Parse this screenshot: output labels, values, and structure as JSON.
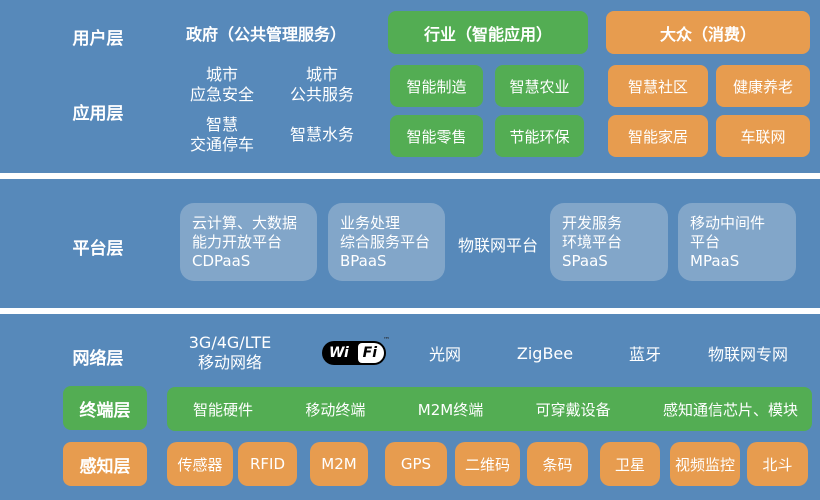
{
  "colors": {
    "panel_blue": "#5789BA",
    "platform_box_blue": "#82A6C9",
    "green": "#53AD53",
    "orange": "#E79C4F",
    "text": "#FFFFFF",
    "background": "#FFFFFF"
  },
  "user_layer": {
    "label": "用户层",
    "government": "政府（公共管理服务）",
    "industry": "行业（智能应用）",
    "consumer": "大众（消费）"
  },
  "app_layer": {
    "label": "应用层",
    "plain": [
      "城市\n应急安全",
      "城市\n公共服务",
      "智慧\n交通停车",
      "智慧水务"
    ],
    "green": [
      "智能制造",
      "智慧农业",
      "智能零售",
      "节能环保"
    ],
    "orange": [
      "智慧社区",
      "健康养老",
      "智能家居",
      "车联网"
    ]
  },
  "platform_layer": {
    "label": "平台层",
    "boxes": [
      "云计算、大数据\n能力开放平台\nCDPaaS",
      "业务处理\n综合服务平台\nBPaaS",
      "开发服务\n环境平台\nSPaaS",
      "移动中间件\n平台\nMPaaS"
    ],
    "plain": "物联网平台"
  },
  "network_layer": {
    "label": "网络层",
    "mobile": "3G/4G/LTE\n移动网络",
    "wifi_wi": "Wi",
    "wifi_fi": "Fi",
    "wifi_tm": "™",
    "items": [
      "光网",
      "ZigBee",
      "蓝牙",
      "物联网专网"
    ]
  },
  "terminal_layer": {
    "label": "终端层",
    "items": [
      "智能硬件",
      "移动终端",
      "M2M终端",
      "可穿戴设备",
      "感知通信芯片、模块"
    ]
  },
  "perception_layer": {
    "label": "感知层",
    "items": [
      "传感器",
      "RFID",
      "M2M",
      "GPS",
      "二维码",
      "条码",
      "卫星",
      "视频监控",
      "北斗"
    ]
  }
}
